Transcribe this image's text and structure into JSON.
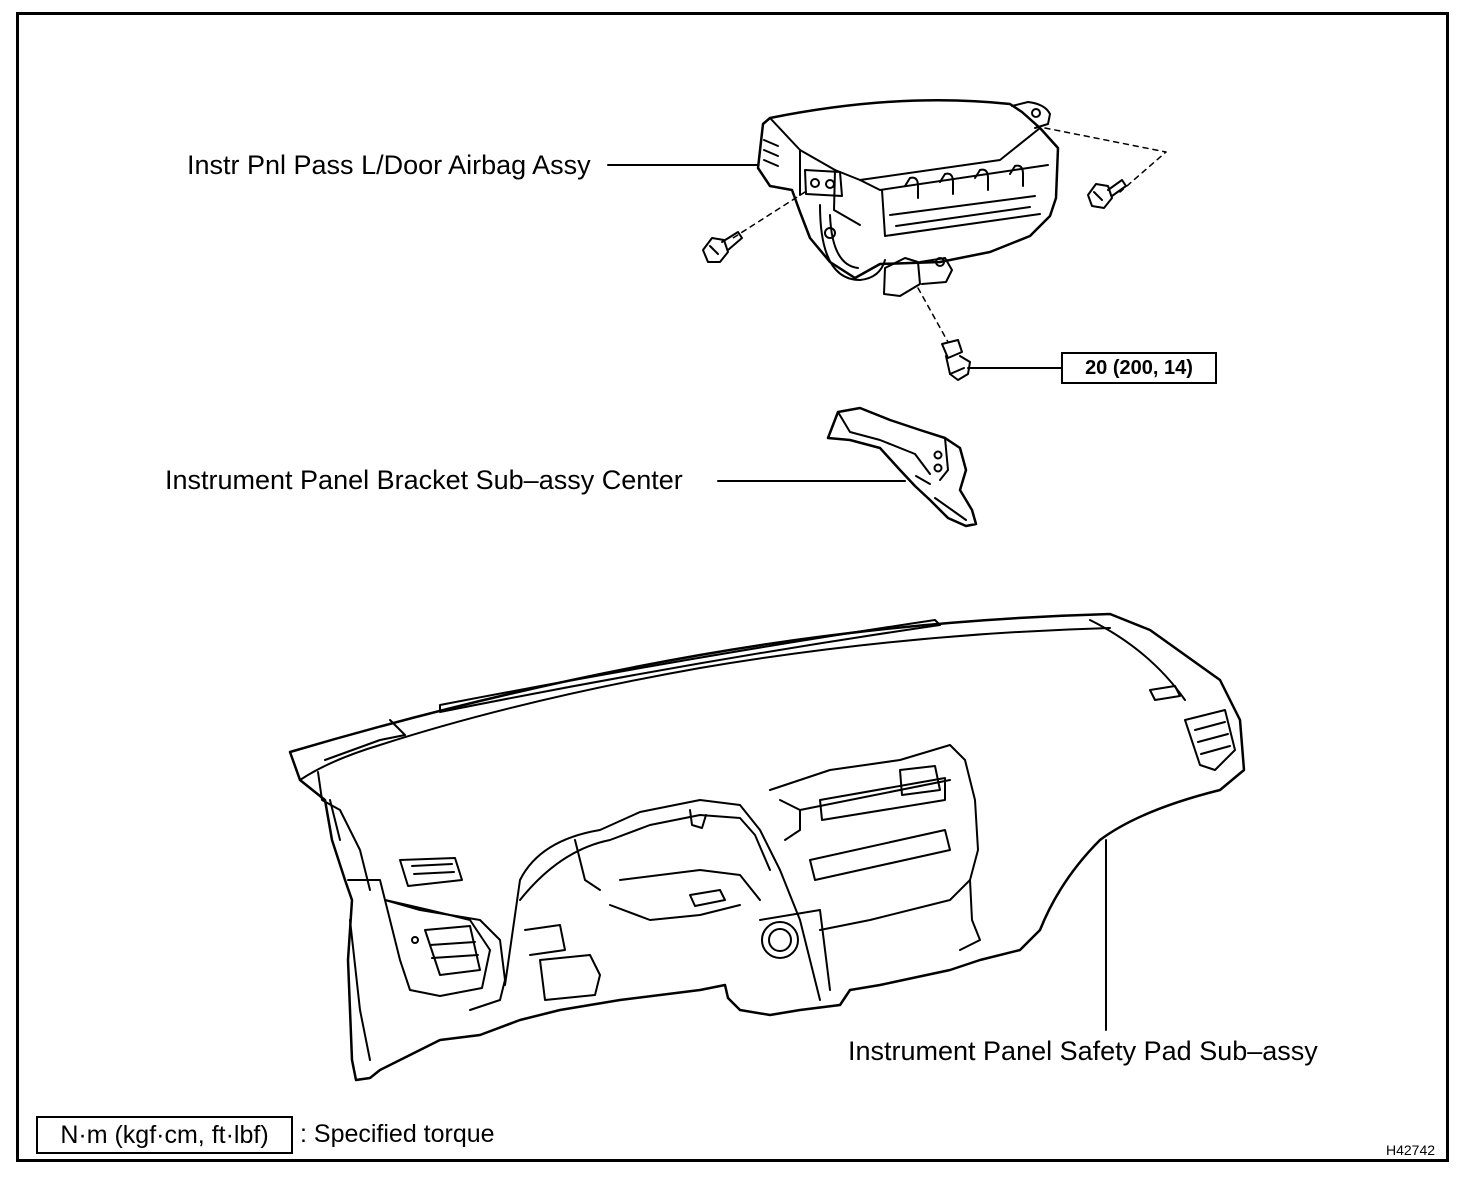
{
  "labels": {
    "airbag": "Instr Pnl Pass L/Door Airbag Assy",
    "bracket": "Instrument Panel Bracket Sub–assy Center",
    "safety_pad": "Instrument Panel Safety Pad Sub–assy"
  },
  "torque": {
    "value": "20 (200, 14)"
  },
  "legend": {
    "unit": "N·m (kgf·cm, ft·lbf)",
    "description": ": Specified torque"
  },
  "figure_id": "H42742"
}
